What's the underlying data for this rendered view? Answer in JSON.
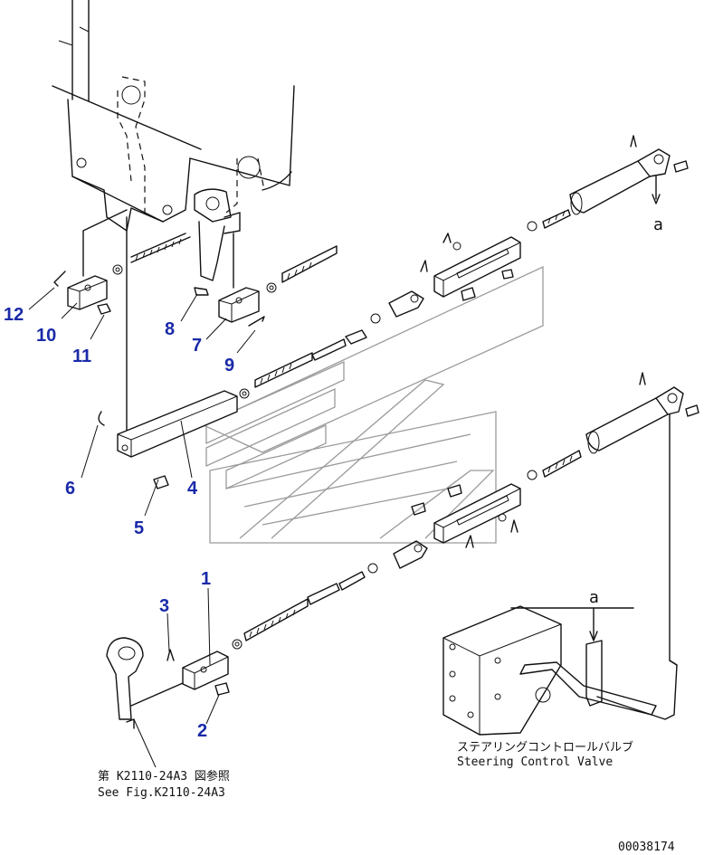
{
  "callouts": {
    "c1": "1",
    "c2": "2",
    "c3": "3",
    "c4": "4",
    "c5": "5",
    "c6": "6",
    "c7": "7",
    "c8": "8",
    "c9": "9",
    "c10": "10",
    "c11": "11",
    "c12": "12"
  },
  "view_letters": {
    "top": "a",
    "bottom": "a"
  },
  "reference_note": {
    "jp": "第 K2110-24A3 図参照",
    "en": "See Fig.K2110-24A3"
  },
  "valve_label": {
    "jp": "ステアリングコントロールバルブ",
    "en": "Steering Control Valve"
  },
  "drawing_number": "00038174",
  "colors": {
    "callout": "#1a2aa8",
    "line": "#111111",
    "watermark": "#9a9a9a"
  }
}
